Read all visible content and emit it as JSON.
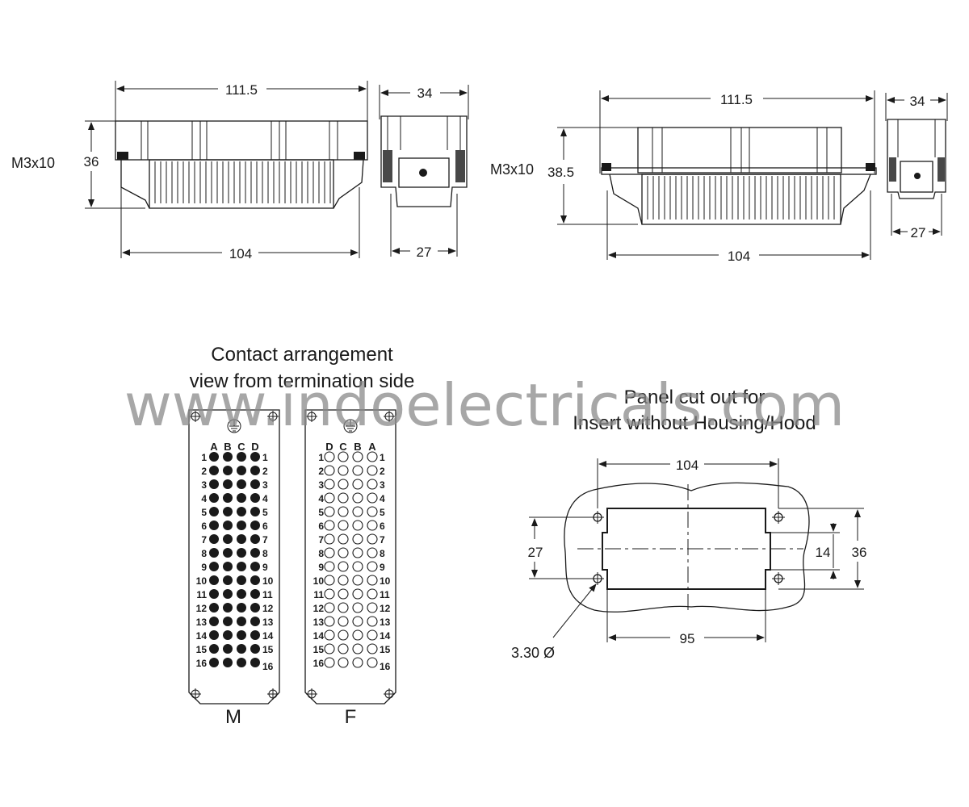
{
  "side_view_1": {
    "width_top": "111.5",
    "width_bottom": "104",
    "height": "36",
    "screw": "M3x10"
  },
  "end_view_1": {
    "width_top": "34",
    "width_bottom": "27"
  },
  "side_view_2": {
    "width_top": "111.5",
    "width_bottom": "104",
    "height": "38.5",
    "screw": "M3x10"
  },
  "end_view_2": {
    "width_top": "34",
    "width_bottom": "27"
  },
  "contact_arrangement": {
    "title_line1": "Contact arrangement",
    "title_line2": "view from termination side",
    "male": {
      "label": "M",
      "columns": [
        "A",
        "B",
        "C",
        "D"
      ]
    },
    "female": {
      "label": "F",
      "columns": [
        "D",
        "C",
        "B",
        "A"
      ]
    },
    "rows": [
      "1",
      "2",
      "3",
      "4",
      "5",
      "6",
      "7",
      "8",
      "9",
      "10",
      "11",
      "12",
      "13",
      "14",
      "15",
      "16"
    ]
  },
  "panel_cutout": {
    "title_line1": "Panel cut out for",
    "title_line2": "Insert without Housing/Hood",
    "dim_top": "104",
    "dim_bottom": "95",
    "dim_left": "27",
    "dim_inner": "14",
    "dim_right": "36",
    "hole": "3.30 Ø"
  },
  "watermark": "www.indoelectricals.com"
}
